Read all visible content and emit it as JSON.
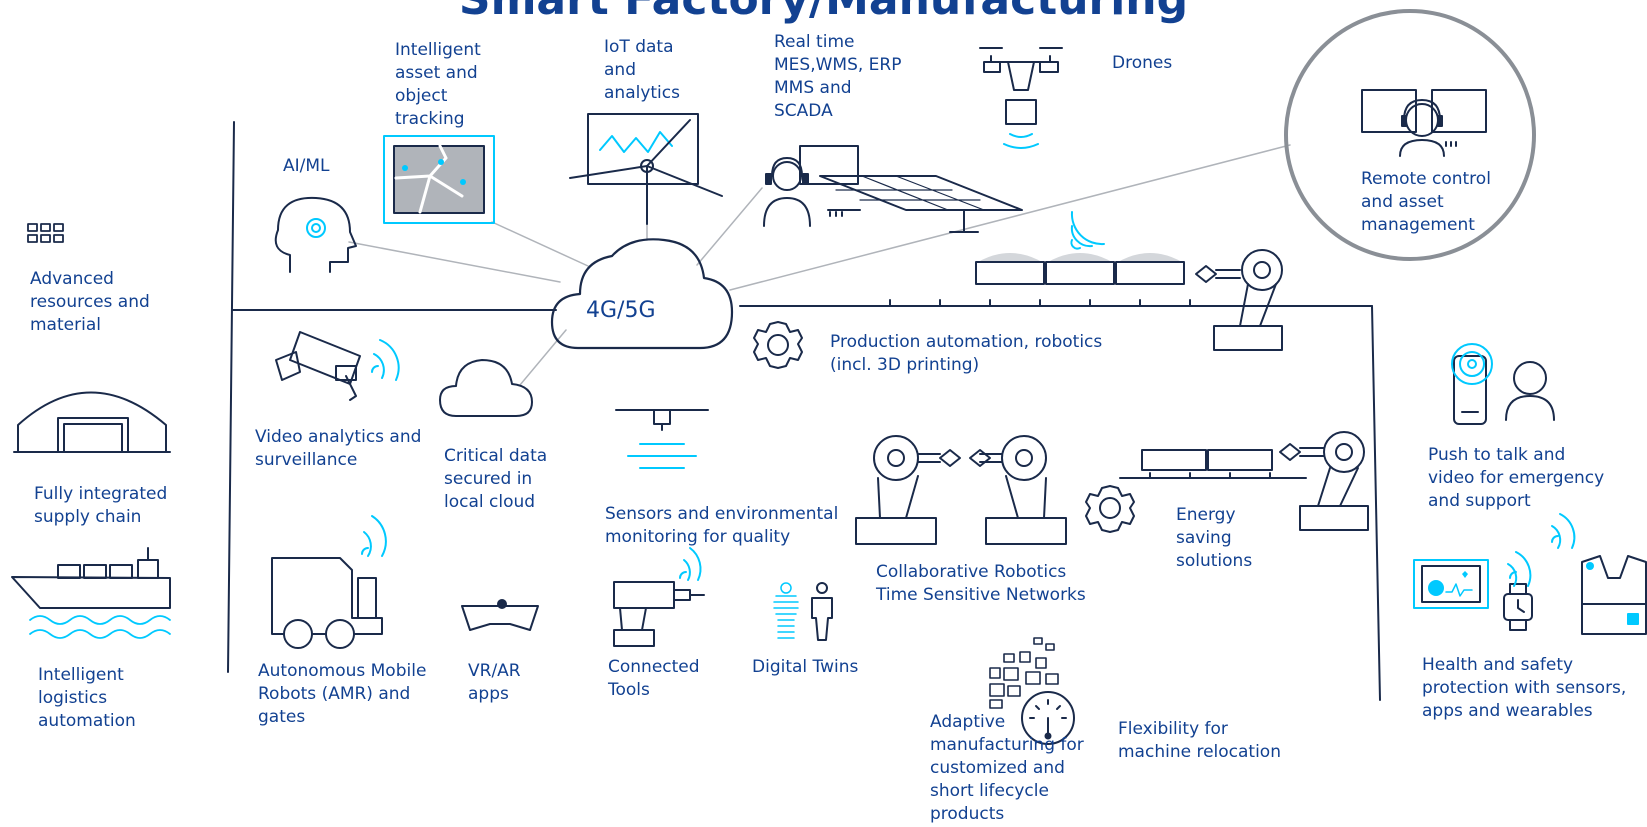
{
  "title": "Smart Factory/Manufacturing",
  "hub": "4G/5G",
  "labels": {
    "intelligent_tracking": "Intelligent\nasset and\nobject\ntracking",
    "iot_data": "IoT data\nand\nanalytics",
    "realtime_systems": "Real time\nMES,WMS, ERP\nMMS and\nSCADA",
    "drones": "Drones",
    "remote_control": "Remote control\nand asset\nmanagement",
    "ai_ml": "AI/ML",
    "advanced_resources": "Advanced\nresources and\nmaterial",
    "supply_chain": "Fully integrated\nsupply chain",
    "logistics": "Intelligent\nlogistics\nautomation",
    "production": "Production automation, robotics\n(incl. 3D printing)",
    "video_analytics": "Video analytics and\nsurveillance",
    "critical_data": "Critical data\nsecured in\nlocal cloud",
    "sensors": "Sensors and environmental\nmonitoring for quality",
    "collab_robotics": "Collaborative Robotics\nTime Sensitive Networks",
    "energy": "Energy\nsaving\nsolutions",
    "push_to_talk": "Push to talk and\nvideo for emergency\nand support",
    "amr": "Autonomous Mobile\nRobots (AMR) and\ngates",
    "vrar": "VR/AR\napps",
    "tools": "Connected\nTools",
    "digital_twins": "Digital Twins",
    "adaptive": "Adaptive\nmanufacturing for\ncustomized and\nshort lifecycle\nproducts",
    "flexibility": "Flexibility for\nmachine relocation",
    "health_safety": "Health and safety\nprotection with sensors,\napps and wearables"
  },
  "icons": [
    "resources-grid-icon",
    "warehouse-icon",
    "cargo-ship-icon",
    "ai-head-icon",
    "tracking-tablet-icon",
    "wind-turbine-monitor-icon",
    "operator-headset-icon",
    "solar-panel-icon",
    "drone-icon",
    "remote-operator-icon",
    "cloud-hub-icon",
    "conveyor-belt-icon",
    "robot-arm-icon",
    "camera-icon",
    "local-cloud-icon",
    "gear-icon",
    "sensor-icon",
    "robot-pair-icon",
    "agv-icon",
    "vr-headset-icon",
    "drill-icon",
    "digital-twin-icon",
    "gauge-icon",
    "phone-icon",
    "person-icon",
    "health-monitor-icon",
    "smartwatch-icon",
    "safety-vest-icon"
  ],
  "colors": {
    "primary": "#124191",
    "accent": "#00c9ff",
    "line": "#1a2a4a",
    "muted": "#b0b4ba"
  }
}
